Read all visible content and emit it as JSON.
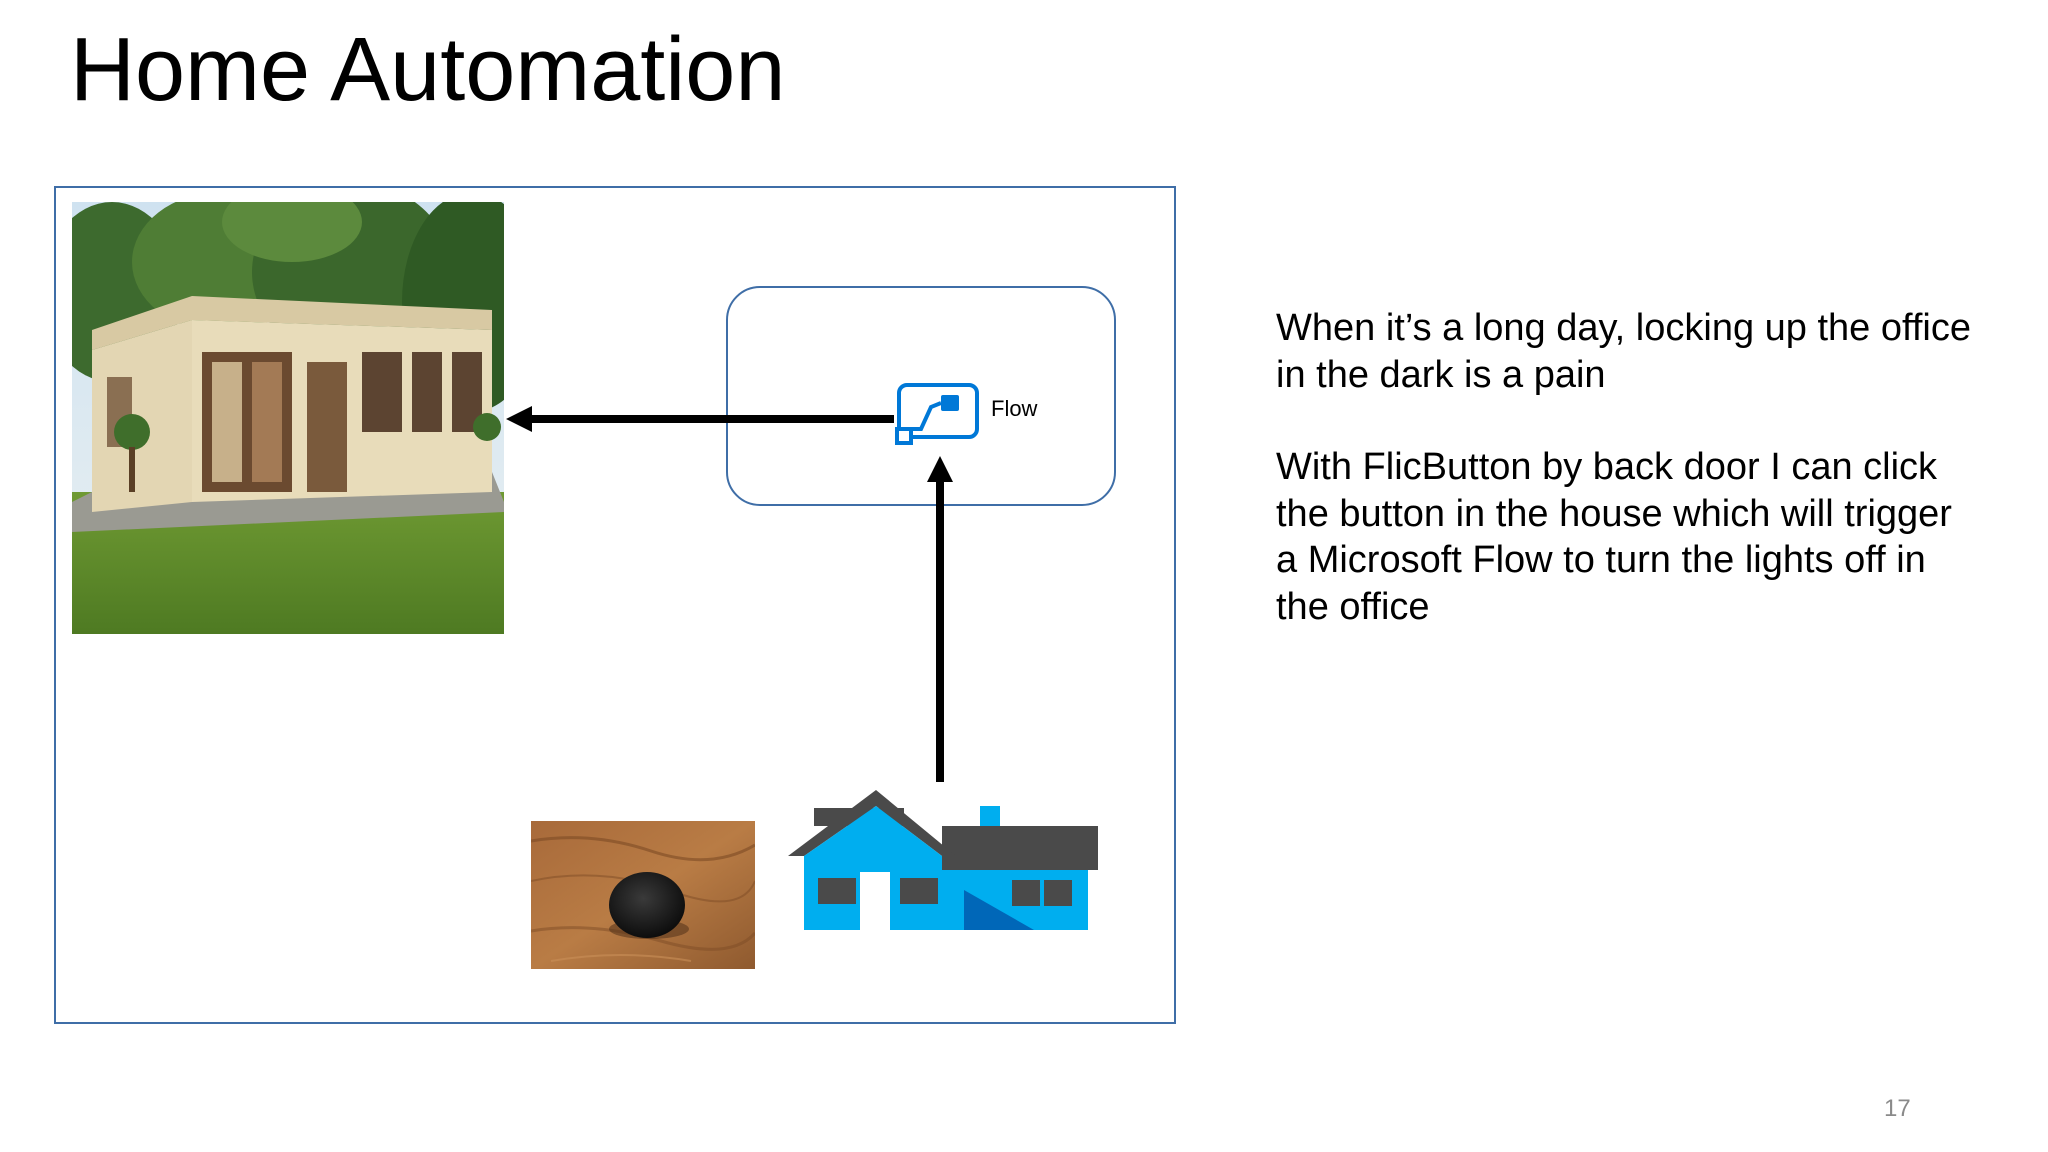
{
  "slide": {
    "title": "Home Automation",
    "page_number": "17"
  },
  "diagram": {
    "flow_label": "Flow",
    "border_color": "#3f6ea7",
    "images": [
      "garden-office-cabin-photo",
      "flic-button-photo",
      "house-icon",
      "microsoft-flow-icon"
    ]
  },
  "description": {
    "paragraph1": "When it’s a long day, locking up the office in the dark is a pain",
    "paragraph2": "With FlicButton by back door I can click the button in the house which will trigger a Microsoft Flow to turn the lights off in the office"
  },
  "colors": {
    "house_blue": "#00aeef",
    "house_dark": "#4a4a4a",
    "flow_blue": "#0078d7"
  }
}
